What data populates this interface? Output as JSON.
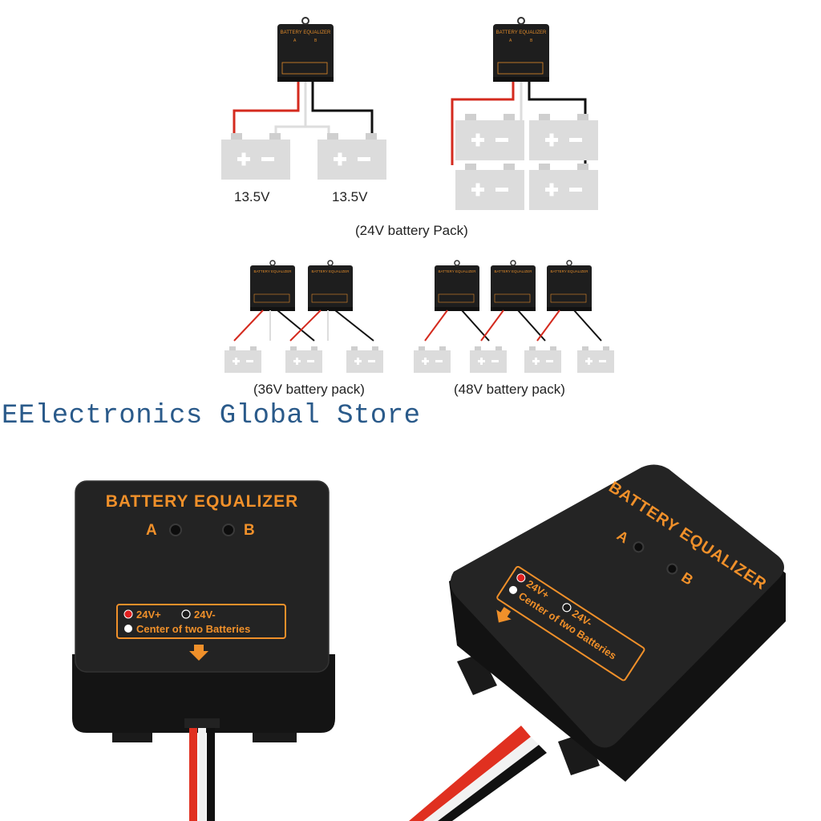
{
  "diagram_top": {
    "voltage_left": "13.5V",
    "voltage_right": "13.5V",
    "caption": "(24V battery Pack)"
  },
  "diagram_mid": {
    "caption_36": "(36V battery pack)",
    "caption_48": "(48V battery pack)"
  },
  "store_watermark": "EElectronics Global Store",
  "device": {
    "title": "BATTERY EQUALIZER",
    "led_a": "A",
    "led_b": "B",
    "legend_pos": "24V+",
    "legend_neg": "24V-",
    "legend_center": "Center of two Batteries",
    "body_color": "#1c1c1c",
    "label_color": "#f0902a"
  }
}
